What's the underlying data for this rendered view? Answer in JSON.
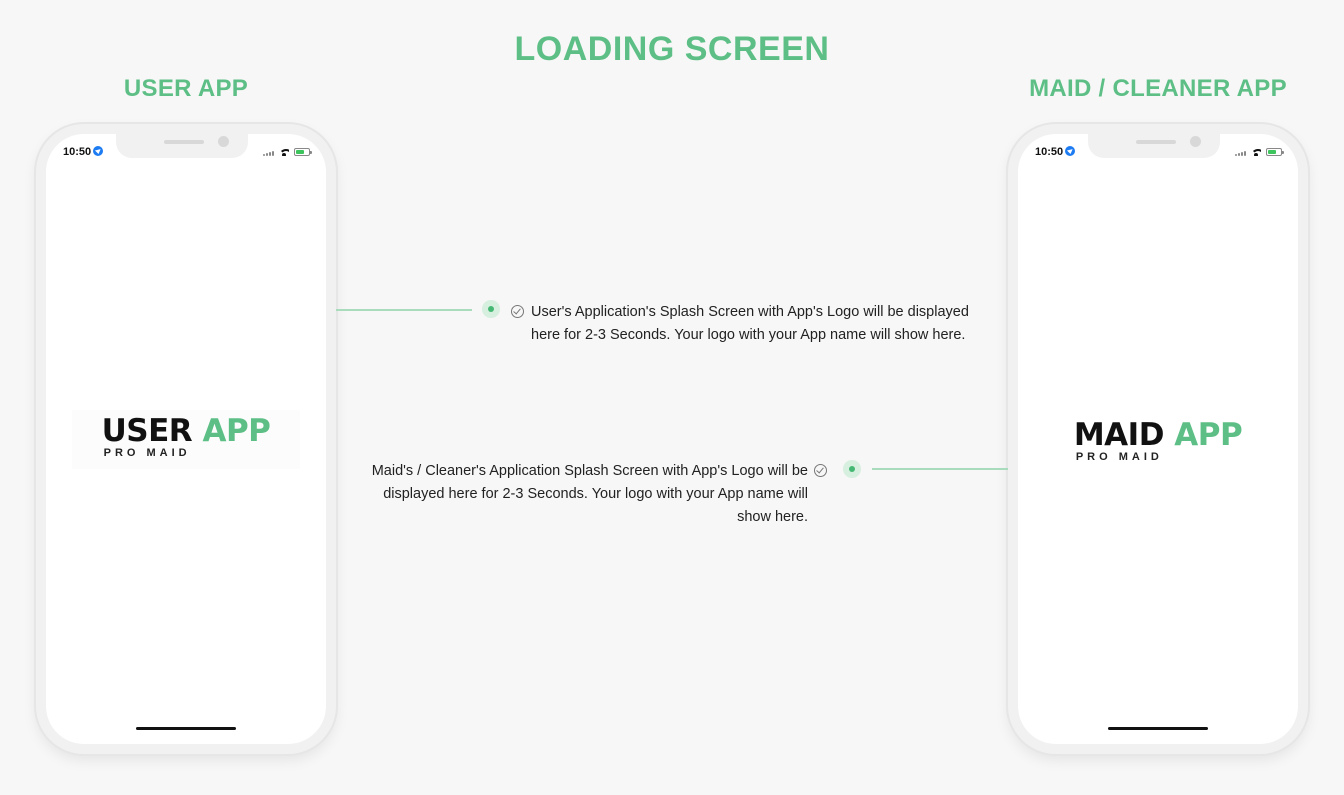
{
  "page": {
    "title": "LOADING SCREEN"
  },
  "colors": {
    "accent": "#5dbf86",
    "connector": "#a9dcbd",
    "background": "#f7f7f7"
  },
  "user_app": {
    "section_title": "USER APP",
    "status_time": "10:50",
    "logo": {
      "word1": "USER",
      "word2": "APP",
      "tagline": "PRO MAID"
    }
  },
  "maid_app": {
    "section_title": "MAID / CLEANER APP",
    "status_time": "10:50",
    "logo": {
      "word1": "MAID",
      "word2": "APP",
      "tagline": "PRO MAID"
    }
  },
  "annotations": {
    "user": "User's Application's Splash Screen with App's Logo will be displayed here for 2-3 Seconds. Your logo with your App name will show here.",
    "maid": "Maid's / Cleaner's Application Splash Screen with App's Logo will be displayed here for 2-3 Seconds. Your logo with your App name will show here."
  },
  "icons": [
    "location-arrow-icon",
    "signal-icon",
    "wifi-icon",
    "battery-charging-icon",
    "check-circle-icon"
  ]
}
